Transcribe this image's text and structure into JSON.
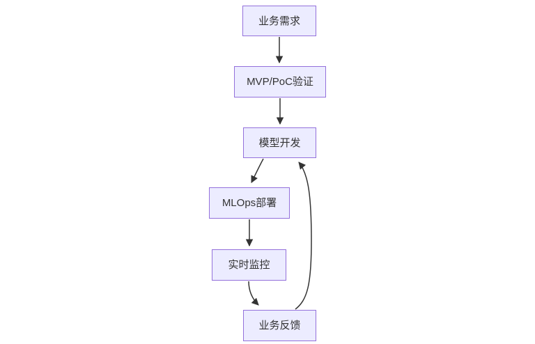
{
  "diagram": {
    "type": "flowchart",
    "direction": "top-down",
    "nodes": [
      {
        "id": "business-demand",
        "label": "业务需求"
      },
      {
        "id": "mvp-poc-validation",
        "label": "MVP/PoC验证"
      },
      {
        "id": "model-development",
        "label": "模型开发"
      },
      {
        "id": "mlops-deployment",
        "label": "MLOps部署"
      },
      {
        "id": "realtime-monitoring",
        "label": "实时监控"
      },
      {
        "id": "business-feedback",
        "label": "业务反馈"
      }
    ],
    "edges": [
      {
        "from": "业务需求",
        "to": "MVP/PoC验证",
        "style": "solid-arrow"
      },
      {
        "from": "MVP/PoC验证",
        "to": "模型开发",
        "style": "solid-arrow"
      },
      {
        "from": "模型开发",
        "to": "MLOps部署",
        "style": "solid-arrow"
      },
      {
        "from": "MLOps部署",
        "to": "实时监控",
        "style": "solid-arrow"
      },
      {
        "from": "实时监控",
        "to": "业务反馈",
        "style": "solid-arrow"
      },
      {
        "from": "业务反馈",
        "to": "模型开发",
        "style": "solid-arrow-feedback-loop"
      }
    ],
    "colors": {
      "node_fill": "#ECECFF",
      "node_border": "#9370DB",
      "edge": "#333333",
      "text": "#333333",
      "background": "#FFFFFF"
    }
  }
}
